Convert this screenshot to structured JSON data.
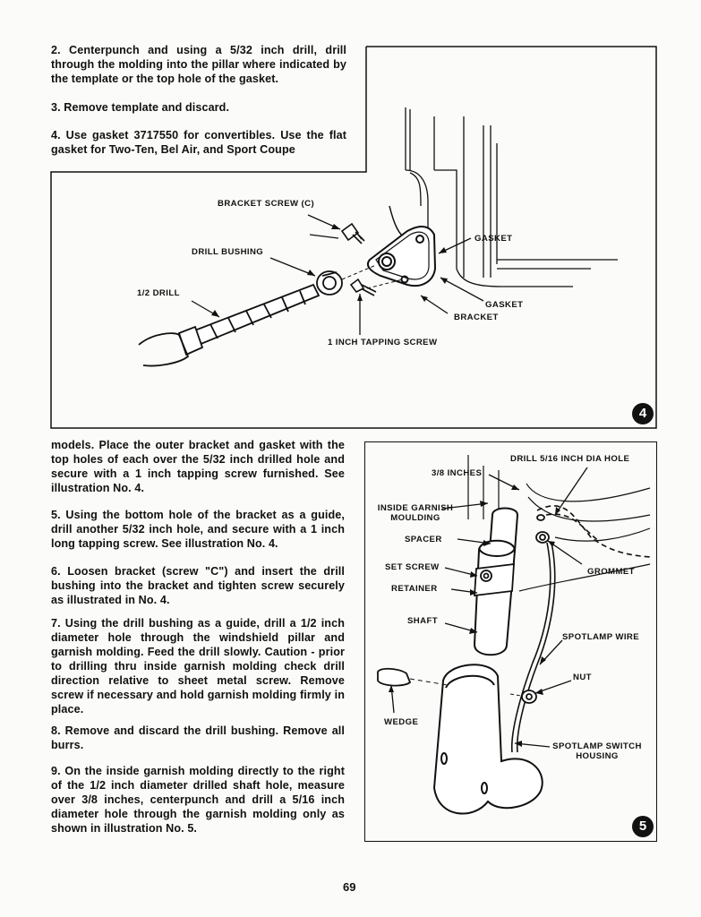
{
  "steps": {
    "s2": "2. Centerpunch and using a 5/32 inch drill, drill through the molding into the pillar where indicated by the template or the top hole of the gasket.",
    "s3": "3. Remove template and discard.",
    "s4": "4. Use gasket 3717550 for convertibles. Use the flat gasket for Two-Ten, Bel Air, and Sport Coupe",
    "s4_cont": "models. Place the outer bracket and gasket with the top holes of each over the 5/32 inch drilled hole and secure with a 1 inch tapping screw furnished. See illustration No. 4.",
    "s5": "5. Using the bottom hole of the bracket as a guide, drill another 5/32 inch hole, and secure with a 1 inch long tapping screw. See illustration No. 4.",
    "s6": "6. Loosen bracket (screw \"C\") and insert the drill bushing into the bracket and tighten screw securely as illustrated in No. 4.",
    "s7": "7. Using the drill bushing as a guide, drill a 1/2 inch diameter hole through the windshield pillar and garnish molding. Feed the drill slowly. Caution - prior to drilling thru inside garnish molding check drill direction relative to sheet metal screw. Remove screw if necessary and hold garnish molding firmly in place.",
    "s8": "8. Remove and discard the drill bushing. Remove all burrs.",
    "s9": "9. On the inside garnish molding directly to the right of the 1/2 inch diameter drilled shaft hole, measure over 3/8 inches, centerpunch and drill a 5/16 inch diameter hole through the garnish molding only as shown in illustration No. 5."
  },
  "fig4": {
    "badge": "4",
    "labels": {
      "bracket_screw": "BRACKET SCREW (C)",
      "drill_bushing": "DRILL BUSHING",
      "half_drill": "1/2 DRILL",
      "gasket_top": "GASKET",
      "gasket": "GASKET",
      "bracket": "BRACKET",
      "tapping_screw": "1 INCH TAPPING SCREW"
    }
  },
  "fig5": {
    "badge": "5",
    "labels": {
      "drill_hole": "DRILL 5/16 INCH DIA HOLE",
      "three_eighths": "3/8 INCHES",
      "garnish_1": "INSIDE GARNISH",
      "garnish_2": "MOULDING",
      "spacer": "SPACER",
      "set_screw": "SET SCREW",
      "grommet": "GROMMET",
      "retainer": "RETAINER",
      "shaft": "SHAFT",
      "spotlamp_wire": "SPOTLAMP WIRE",
      "nut": "NUT",
      "wedge": "WEDGE",
      "switch_1": "SPOTLAMP SWITCH",
      "switch_2": "HOUSING"
    }
  },
  "page_number": "69"
}
